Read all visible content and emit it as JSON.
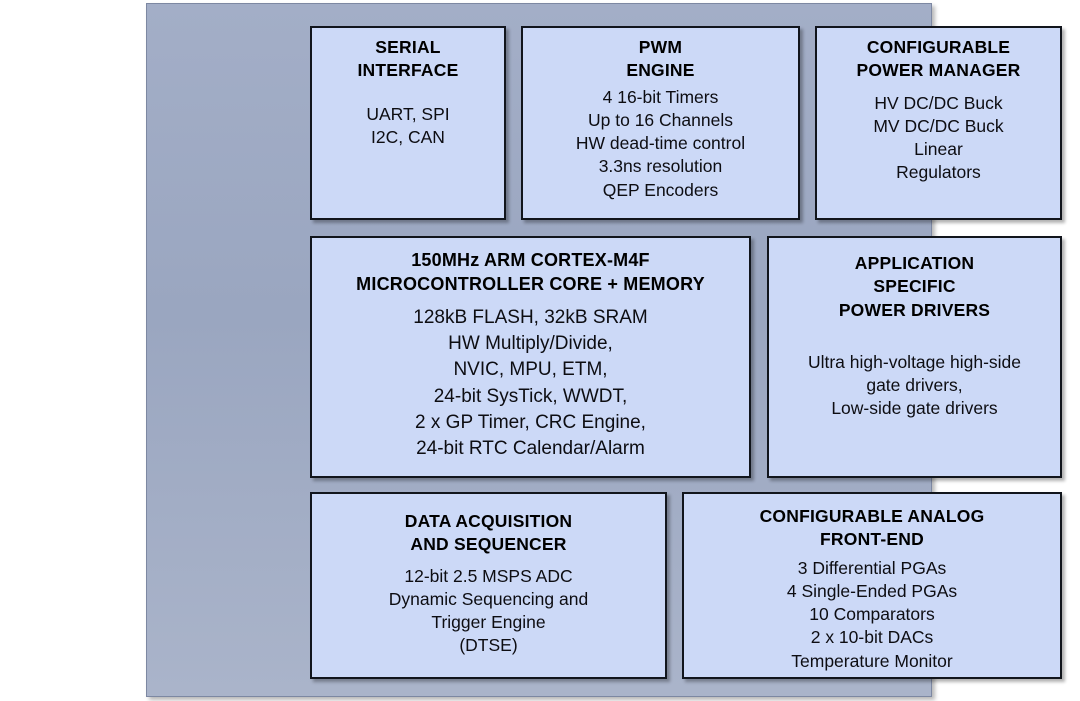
{
  "diagram": {
    "type": "block-diagram",
    "container_label": "microcontroller-block-diagram",
    "colors": {
      "block_fill": "#ccd9f7",
      "block_border": "#11151c",
      "container_background": "#9aa6c0",
      "page_background": "#ffffff",
      "text": "#000000"
    },
    "blocks": [
      {
        "id": "serial-interface",
        "title": "SERIAL\nINTERFACE",
        "body": "UART, SPI\nI2C, CAN",
        "row": 1,
        "column": 1
      },
      {
        "id": "pwm-engine",
        "title": "PWM\nENGINE",
        "body": "4 16-bit Timers\nUp to 16 Channels\nHW dead-time control\n3.3ns resolution\nQEP Encoders",
        "row": 1,
        "column": 2
      },
      {
        "id": "configurable-power-manager",
        "title": "CONFIGURABLE\nPOWER MANAGER",
        "body": "HV DC/DC Buck\nMV DC/DC Buck\nLinear\nRegulators",
        "row": 1,
        "column": 3
      },
      {
        "id": "microcontroller-core",
        "title": "150MHz ARM CORTEX-M4F\nMICROCONTROLLER CORE + MEMORY",
        "body": "128kB FLASH, 32kB SRAM\nHW Multiply/Divide,\nNVIC, MPU, ETM,\n24-bit SysTick, WWDT,\n2 x GP Timer, CRC Engine,\n24-bit RTC Calendar/Alarm",
        "row": 2,
        "column": 1
      },
      {
        "id": "application-specific-power-drivers",
        "title": "APPLICATION\nSPECIFIC\nPOWER DRIVERS",
        "body": "Ultra high-voltage high-side\ngate drivers,\nLow-side gate drivers",
        "row": 2,
        "column": 2
      },
      {
        "id": "data-acquisition-and-sequencer",
        "title": "DATA ACQUISITION\nAND SEQUENCER",
        "body": "12-bit 2.5 MSPS ADC\nDynamic Sequencing and\nTrigger Engine\n(DTSE)",
        "row": 3,
        "column": 1
      },
      {
        "id": "configurable-analog-front-end",
        "title": "CONFIGURABLE ANALOG\nFRONT-END",
        "body": "3 Differential PGAs\n4 Single-Ended PGAs\n10 Comparators\n2 x 10-bit DACs\nTemperature Monitor",
        "row": 3,
        "column": 2
      }
    ]
  }
}
